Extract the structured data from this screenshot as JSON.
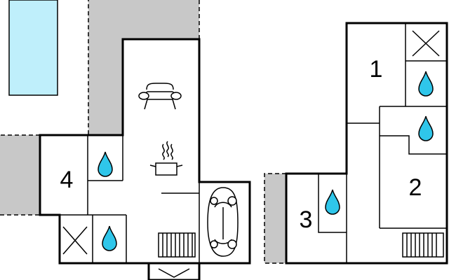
{
  "rooms": {
    "bedroom_1": "1",
    "bedroom_2": "2",
    "bedroom_3": "3",
    "bedroom_4": "4"
  },
  "colors": {
    "pool": "#bfeffb",
    "terrace": "#c8c8c8",
    "wall": "#000000",
    "water": "#2fc6ea",
    "background": "#ffffff"
  },
  "icons": {
    "pool": "pool-area",
    "sofa": "sofa-icon",
    "cooking_pot": "cooking-pot-icon",
    "car": "car-icon",
    "water_drop": "water-drop-icon",
    "toilet": "toilet-icon",
    "stairs": "stairs-icon",
    "door": "door-icon"
  }
}
